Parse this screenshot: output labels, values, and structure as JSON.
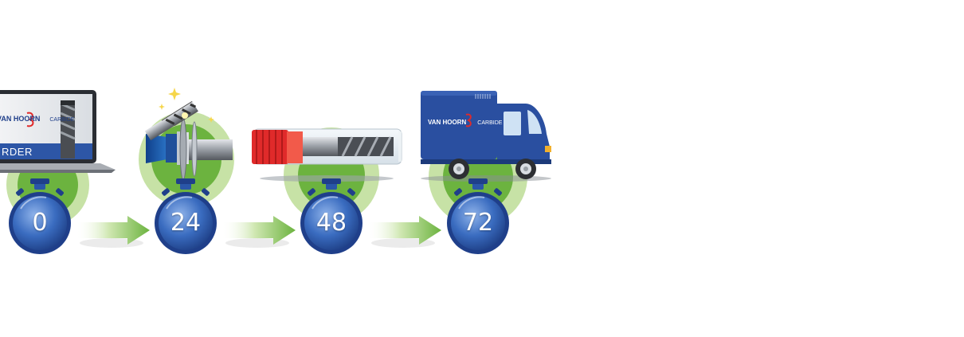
{
  "brand": {
    "name": "VAN HOORN",
    "division": "CARBIDE"
  },
  "laptop": {
    "order_label": "RDER"
  },
  "steps": [
    {
      "label": "0"
    },
    {
      "label": "24"
    },
    {
      "label": "48"
    },
    {
      "label": "72"
    }
  ],
  "colors": {
    "green": "#6cb33f",
    "light_green": "#c7e2a6",
    "navy": "#1f3f8a",
    "timer_blue": "#3a6cc0",
    "red": "#e02a2a",
    "truck_blue": "#2a4fa0"
  }
}
